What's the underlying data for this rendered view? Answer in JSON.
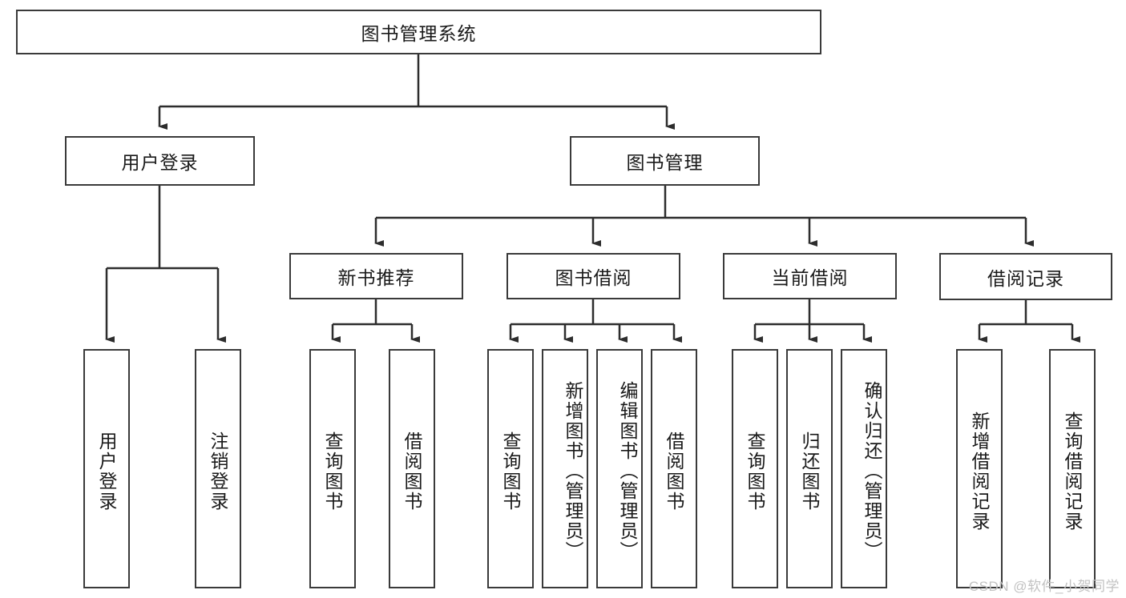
{
  "diagram": {
    "title": "图书管理系统",
    "type": "tree-hierarchy-chart",
    "root": {
      "label": "图书管理系统"
    },
    "level2": [
      {
        "label": "用户登录"
      },
      {
        "label": "图书管理"
      }
    ],
    "level3": [
      {
        "label": "新书推荐"
      },
      {
        "label": "图书借阅"
      },
      {
        "label": "当前借阅"
      },
      {
        "label": "借阅记录"
      }
    ],
    "leaves_user_login": [
      {
        "label": "用户登录"
      },
      {
        "label": "注销登录"
      }
    ],
    "leaves_new_book": [
      {
        "label": "查询图书"
      },
      {
        "label": "借阅图书"
      }
    ],
    "leaves_borrow": [
      {
        "label": "查询图书"
      },
      {
        "label": "新增图书（管理员）"
      },
      {
        "label": "编辑图书（管理员）"
      },
      {
        "label": "借阅图书"
      }
    ],
    "leaves_current": [
      {
        "label": "查询图书"
      },
      {
        "label": "归还图书"
      },
      {
        "label": "确认归还（管理员）"
      }
    ],
    "leaves_record": [
      {
        "label": "新增借阅记录"
      },
      {
        "label": "查询借阅记录"
      }
    ]
  },
  "watermark": "CSDN @软件_小贺同学",
  "colors": {
    "stroke": "#3a3a3a",
    "text": "#1a1a1a",
    "background": "#ffffff",
    "watermark": "#c2c2c2"
  }
}
